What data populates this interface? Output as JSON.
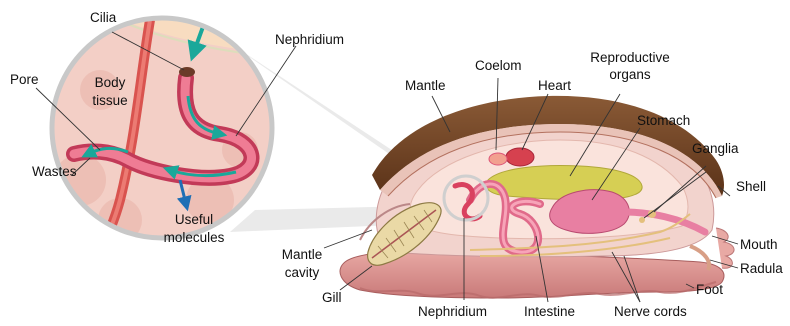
{
  "colors": {
    "leader_line": "#333333",
    "flow_arrow": "#1aa89a",
    "useful_arrow": "#1f6fb5",
    "tubule": "#e0526b",
    "shell": "#7a4a2a",
    "body_tissue": "#f0c8c0"
  },
  "inset": {
    "labels": {
      "cilia": "Cilia",
      "pore": "Pore",
      "body_tissue_line1": "Body",
      "body_tissue_line2": "tissue",
      "wastes": "Wastes",
      "useful_line1": "Useful",
      "useful_line2": "molecules",
      "nephridium": "Nephridium"
    }
  },
  "mollusc": {
    "labels": {
      "mantle": "Mantle",
      "coelom": "Coelom",
      "heart": "Heart",
      "reproductive_line1": "Reproductive",
      "reproductive_line2": "organs",
      "stomach": "Stomach",
      "ganglia": "Ganglia",
      "shell": "Shell",
      "mouth": "Mouth",
      "radula": "Radula",
      "foot": "Foot",
      "nerve_cords": "Nerve cords",
      "intestine": "Intestine",
      "nephridium": "Nephridium",
      "gill": "Gill",
      "mantle_cavity_line1": "Mantle",
      "mantle_cavity_line2": "cavity"
    }
  }
}
